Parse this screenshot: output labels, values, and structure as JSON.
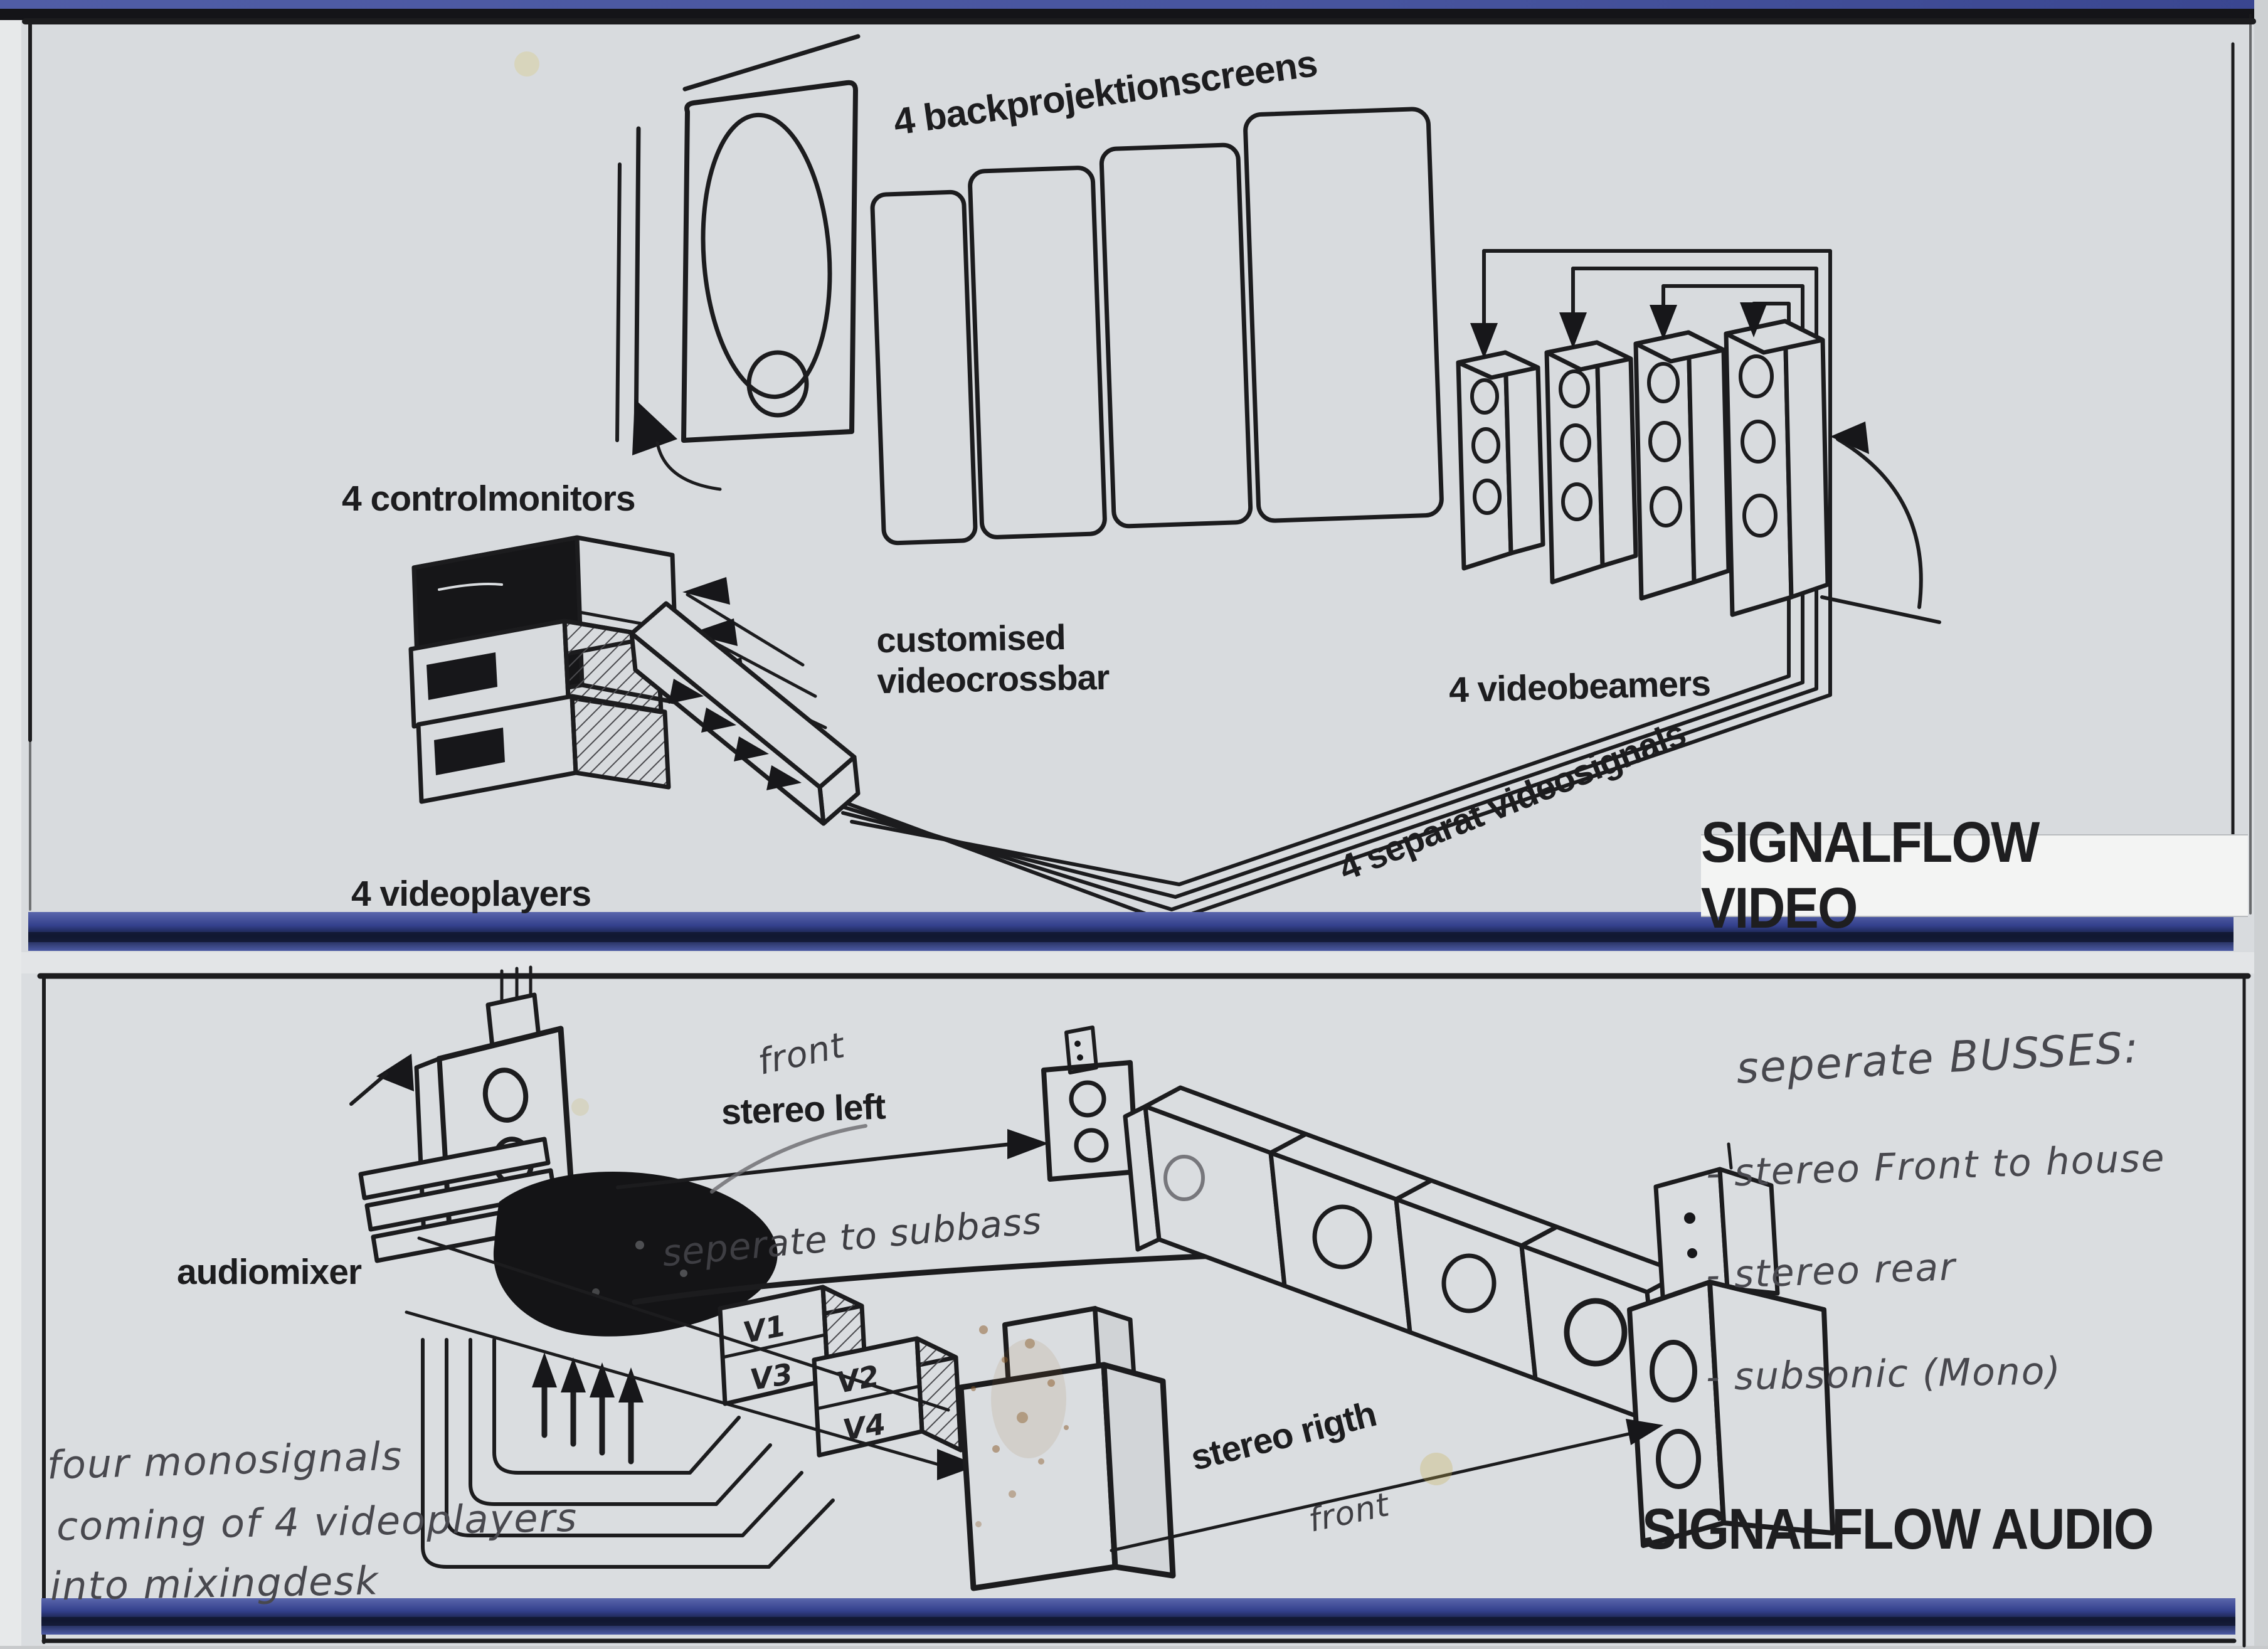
{
  "video_panel": {
    "title": "SIGNALFLOW VIDEO",
    "labels": {
      "backprojektionscreens": "4 backprojektionscreens",
      "controlmonitors": "4 controlmonitors",
      "videoplayers": "4 videoplayers",
      "crossbar_line1": "customised",
      "crossbar_line2": "videocrossbar",
      "videobeamers": "4 videobeamers",
      "separat_videosignals": "4 separat videosignals"
    }
  },
  "audio_panel": {
    "title": "SIGNALFLOW AUDIO",
    "labels": {
      "audiomixer": "audiomixer",
      "front_left": "front",
      "stereo_left": "stereo left",
      "seperate_to_subbass": "seperate to subbass",
      "stereo_rigth": "stereo rigth",
      "front_right": "front",
      "monosignals_line1": "four monosignals",
      "monosignals_line2": "coming of 4 videoplayers",
      "monosignals_line3": "into mixingdesk"
    },
    "videoplayer_tags": [
      "V1",
      "V2",
      "V3",
      "V4"
    ],
    "notes": {
      "heading": "seperate BUSSES:",
      "items": [
        "- stereo Front to house",
        "- stereo rear",
        "- subsonic (Mono)"
      ]
    }
  },
  "colors": {
    "paper": "#d8dbde",
    "ink": "#1c1c1e",
    "pencil": "#45454a",
    "marker_blue": "#3c4c96",
    "marker_blue_dark": "#141c3c"
  }
}
